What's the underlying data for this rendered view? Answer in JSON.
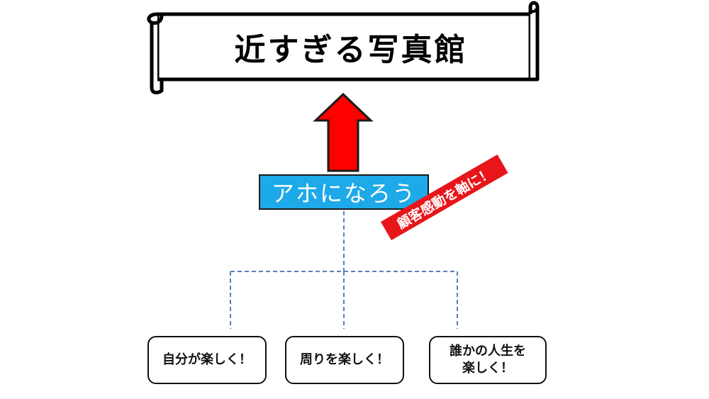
{
  "title": "近すぎる写真館",
  "main_node": {
    "label": "アホになろう"
  },
  "tag": {
    "label": "顧客感動を軸に！"
  },
  "branches": [
    {
      "label": "自分が楽しく！"
    },
    {
      "label": "周りを楽しく！"
    },
    {
      "label": "誰かの人生を\n楽しく！"
    }
  ],
  "colors": {
    "main_fill": "#1ea9e8",
    "arrow_fill": "#ff0000",
    "tag_fill": "#e8151b",
    "connector": "#5b80bd"
  },
  "icons": {
    "title_shape": "scroll-banner",
    "arrow": "up-arrow-icon"
  }
}
